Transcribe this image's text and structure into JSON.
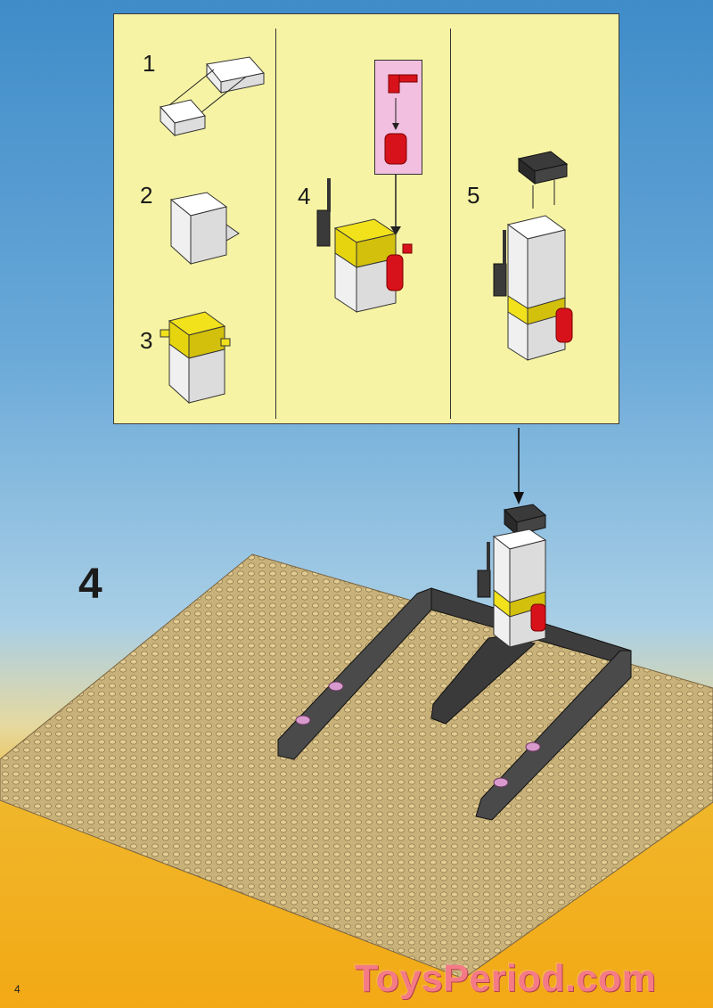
{
  "steps": {
    "s1": "1",
    "s2": "2",
    "s3": "3",
    "s4": "4",
    "s5": "5"
  },
  "main_step": "4",
  "page_number": "4",
  "watermark": "ToysPeriod.com",
  "colors": {
    "panel_bg": "#f6f3a4",
    "baseplate": "#c9b27a",
    "brick_dark": "#3a3a3a",
    "brick_yellow": "#f1e21c",
    "brick_red": "#d8121a",
    "watermark": "#f47b86"
  }
}
